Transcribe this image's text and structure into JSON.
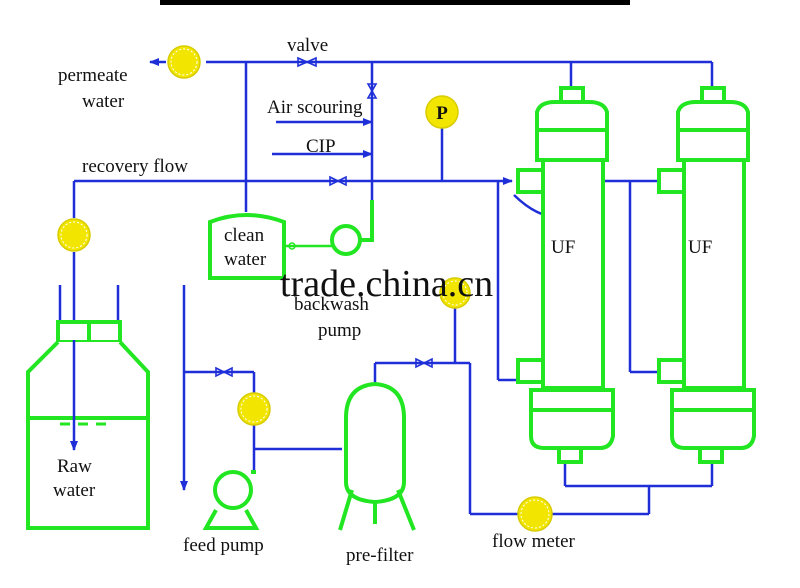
{
  "colors": {
    "pipe": "#1f2fd8",
    "equipment": "#22e622",
    "gauge": "#f2e600",
    "text": "#111111",
    "watermark": "#c9c9c9"
  },
  "labels": {
    "valve": "valve",
    "permeate_1": "permeate",
    "permeate_2": "water",
    "air_scouring": "Air scouring",
    "cip": "CIP",
    "pressure_gauge": "P",
    "recovery_flow": "recovery flow",
    "clean_water_1": "clean",
    "clean_water_2": "water",
    "backwash_1": "backwash",
    "backwash_2": "pump",
    "uf_1": "UF",
    "uf_2": "UF",
    "raw_water_1": "Raw",
    "raw_water_2": "water",
    "feed_pump": "feed pump",
    "pre_filter": "pre-filter",
    "flow_meter": "flow meter"
  },
  "watermark": "trade.china.cn",
  "icons": [
    "flow-meter-icon",
    "valve-icon",
    "pressure-gauge-icon",
    "pump-icon",
    "tank-icon",
    "uf-module-icon",
    "pre-filter-icon",
    "arrow-icon"
  ]
}
